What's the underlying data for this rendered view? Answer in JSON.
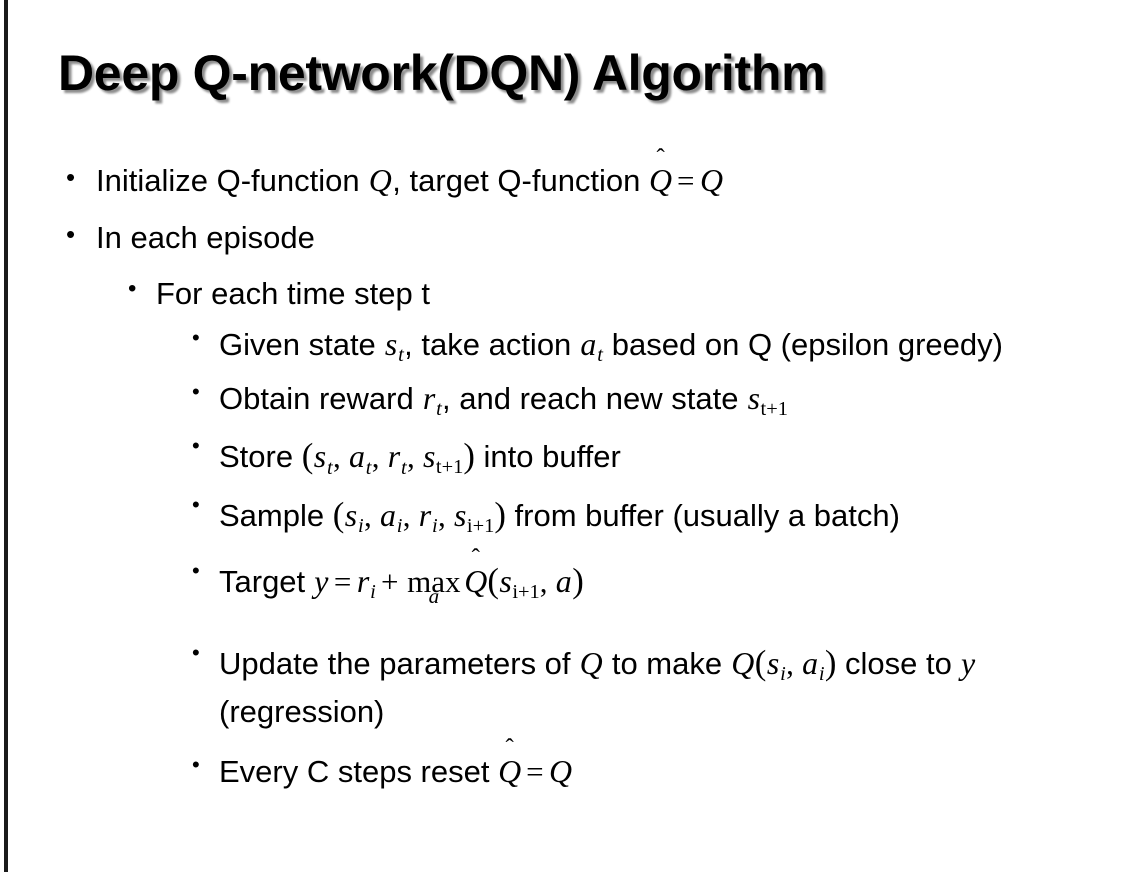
{
  "slide": {
    "title": "Deep Q-network(DQN) Algorithm",
    "background_color": "#ffffff",
    "text_color": "#000000",
    "edge_rule_color": "#1a1a1a",
    "bullet_glyph": "•"
  },
  "content": {
    "l1_item_1": {
      "pre": "Initialize Q-function ",
      "var_q1": "Q",
      "mid": ", target Q-function ",
      "var_qhat": "Q",
      "hat": "̂",
      "rel": "=",
      "var_q2": "Q"
    },
    "l1_item_2": {
      "text": "In each episode"
    },
    "l2_item_1": {
      "text": "For each time step t"
    },
    "l3_item_1": {
      "pre": "Given state ",
      "var_s": "s",
      "sub_s": "t",
      "mid": ", take action ",
      "var_a": "a",
      "sub_a": "t",
      "post": " based on Q (epsilon greedy)"
    },
    "l3_item_2": {
      "pre": "Obtain reward ",
      "var_r": "r",
      "sub_r": "t",
      "mid": ", and reach new state ",
      "var_s": "s",
      "sub_s": "t+1"
    },
    "l3_item_3": {
      "pre": "Store ",
      "paren_open": "(",
      "var_s1": "s",
      "sub_s1": "t",
      "comma1": ", ",
      "var_a": "a",
      "sub_a": "t",
      "comma2": ", ",
      "var_r": "r",
      "sub_r": "t",
      "comma3": ", ",
      "var_s2": "s",
      "sub_s2": "t+1",
      "paren_close": ")",
      "post": " into buffer"
    },
    "l3_item_4": {
      "pre": "Sample ",
      "paren_open": "(",
      "var_s1": "s",
      "sub_s1": "i",
      "comma1": ", ",
      "var_a": "a",
      "sub_a": "i",
      "comma2": ", ",
      "var_r": "r",
      "sub_r": "i",
      "comma3": ", ",
      "var_s2": "s",
      "sub_s2": "i+1",
      "paren_close": ")",
      "post": " from buffer (usually a batch)"
    },
    "l3_item_5": {
      "pre": "Target ",
      "var_y": "y",
      "rel_eq": "=",
      "var_r": "r",
      "sub_r": "i",
      "rel_plus": "+",
      "op_max": "max",
      "op_max_under": "a",
      "var_qhat": "Q",
      "hat": "̂",
      "paren_open": "(",
      "var_s": "s",
      "sub_s": "i+1",
      "comma": ", ",
      "var_a": "a",
      "paren_close": ")"
    },
    "l3_item_6": {
      "pre": "Update the parameters of ",
      "var_q1": "Q",
      "mid": " to make ",
      "var_q2": "Q",
      "paren_open": "(",
      "var_s": "s",
      "sub_s": "i",
      "comma": ", ",
      "var_a": "a",
      "sub_a": "i",
      "paren_close": ")",
      "post": " close to ",
      "var_y": "y",
      "tail": " (regression)"
    },
    "l3_item_7": {
      "pre": "Every C steps reset ",
      "var_qhat": "Q",
      "hat": "̂",
      "rel": "=",
      "var_q": "Q"
    }
  }
}
